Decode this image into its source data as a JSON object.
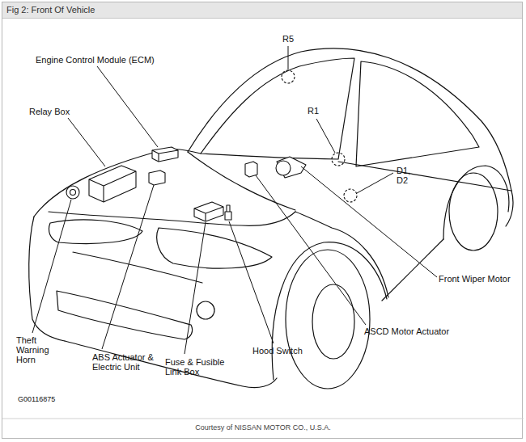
{
  "diagram": {
    "title": "Fig 2: Front Of Vehicle",
    "caption": "Courtesy of NISSAN MOTOR CO., U.S.A.",
    "labels": [
      "Engine Control Module (ECM)",
      "R5",
      "Relay Box",
      "R1",
      "D1, D2",
      "Front Wiper Motor",
      "ASCD Motor Actuator",
      "Theft Warning Horn",
      "ABS Actuator & Electric Unit",
      "Hood Switch",
      "Fuse & Fusible Link Box",
      "G00116875"
    ]
  }
}
